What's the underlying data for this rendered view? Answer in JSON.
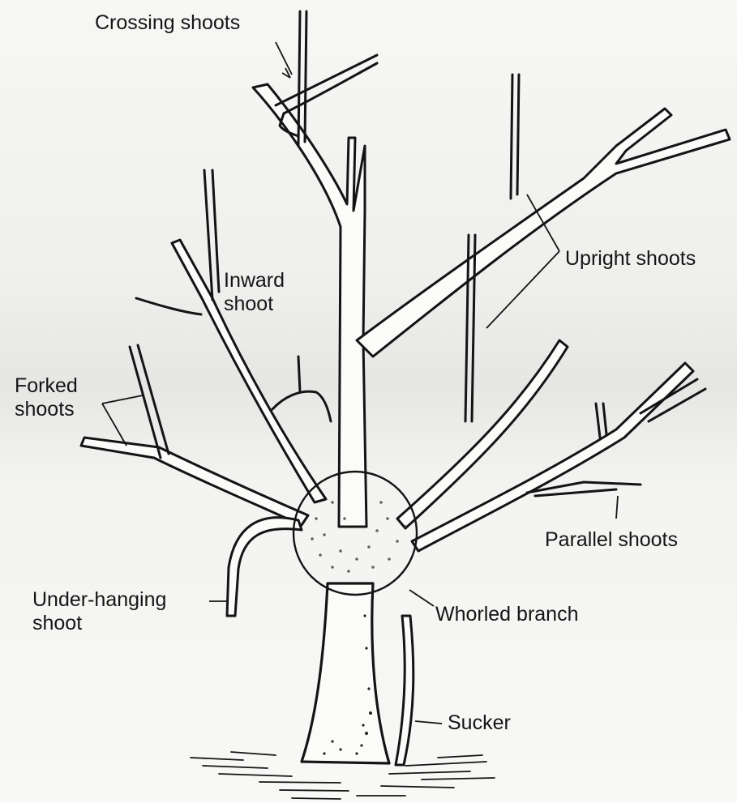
{
  "labels": {
    "crossing_shoots": "Crossing shoots",
    "upright_shoots": "Upright shoots",
    "inward_shoot": "Inward\nshoot",
    "forked_shoots": "Forked\nshoots",
    "parallel_shoots": "Parallel shoots",
    "under_hanging_shoot": "Under-hanging\nshoot",
    "whorled_branch": "Whorled branch",
    "sucker": "Sucker"
  }
}
